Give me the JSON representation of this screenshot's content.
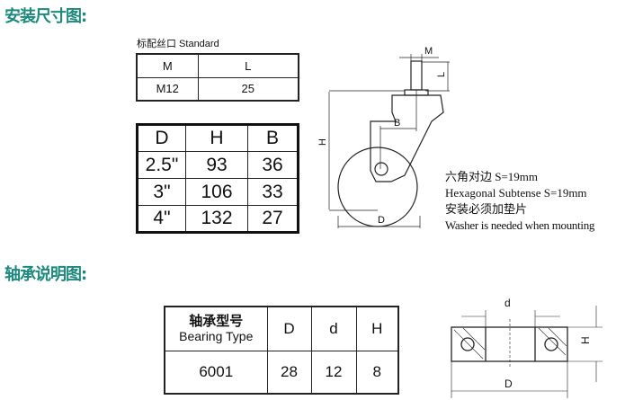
{
  "install_section": {
    "title": "安装尺寸图:"
  },
  "thread_table": {
    "caption": "标配丝口 Standard",
    "headers": [
      "M",
      "L"
    ],
    "rows": [
      [
        "M12",
        "25"
      ]
    ]
  },
  "size_table": {
    "headers": [
      "D",
      "H",
      "B"
    ],
    "rows": [
      [
        "2.5\"",
        "93",
        "36"
      ],
      [
        "3\"",
        "106",
        "33"
      ],
      [
        "4\"",
        "132",
        "27"
      ]
    ]
  },
  "caster_drawing": {
    "labels": {
      "M": "M",
      "L": "L",
      "B": "B",
      "H": "H",
      "D": "D"
    }
  },
  "notes": [
    "六角对边 S=19mm",
    "Hexagonal Subtense S=19mm",
    "安装必须加垫片",
    "Washer is needed when mounting"
  ],
  "bearing_section": {
    "title": "轴承说明图:"
  },
  "bearing_table": {
    "header_cn": "轴承型号",
    "header_en": "Bearing Type",
    "headers": [
      "D",
      "d",
      "H"
    ],
    "rows": [
      [
        "6001",
        "28",
        "12",
        "8"
      ]
    ]
  },
  "bearing_drawing": {
    "labels": {
      "d": "d",
      "H": "H",
      "D": "D"
    }
  }
}
